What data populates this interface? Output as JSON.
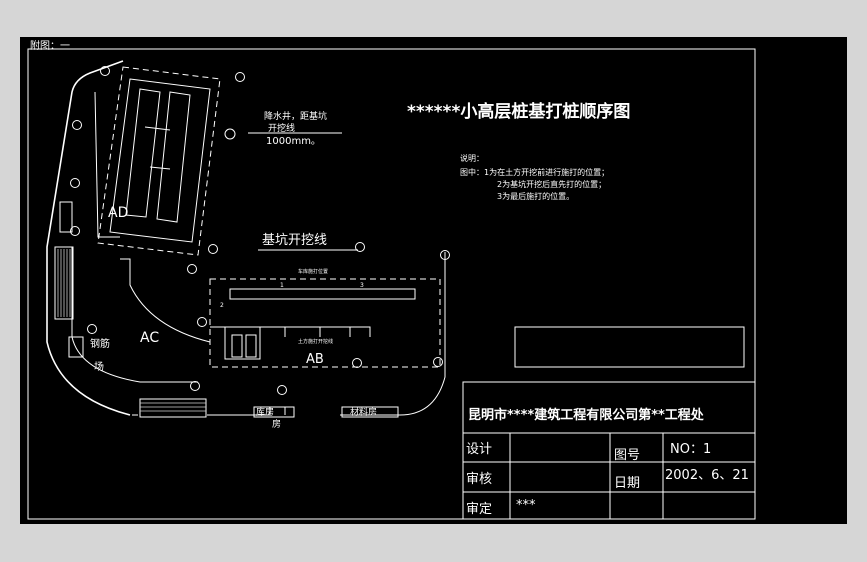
{
  "sheet": {
    "attachment_label": "附图：一",
    "title": "******小高层桩基打桩顺序图"
  },
  "notes": {
    "heading": "说明：",
    "line1": "图中：1为在土方开挖前进行施打的位置；",
    "line2": "2为基坑开挖后直先打的位置；",
    "line3": "3为最后施打的位置。"
  },
  "plan": {
    "dewatering_1": "降水井，距基坑",
    "dewatering_2": "开挖线",
    "dewatering_3": "1000mm。",
    "pit_line_label": "基坑开挖线",
    "zone_ad": "AD",
    "zone_ac": "AC",
    "zone_ab": "AB",
    "rebar_yard_1": "钢筋",
    "rebar_yard_2": "场",
    "building_a": "库房",
    "building_a2": "房",
    "building_b": "材料房",
    "inner_note_top": "车库施打位置",
    "inner_note_bottom": "土方施打开挖线",
    "num1": "1",
    "num2": "2",
    "num3": "3"
  },
  "titleblock": {
    "company": "昆明市****建筑工程有限公司第**工程处",
    "design_label": "设计",
    "review_label": "审核",
    "approve_label": "审定",
    "approve_value": "***",
    "drawing_no_label": "图号",
    "drawing_no_value": "NO：1",
    "date_label": "日期",
    "date_value": "2002、6、21"
  }
}
